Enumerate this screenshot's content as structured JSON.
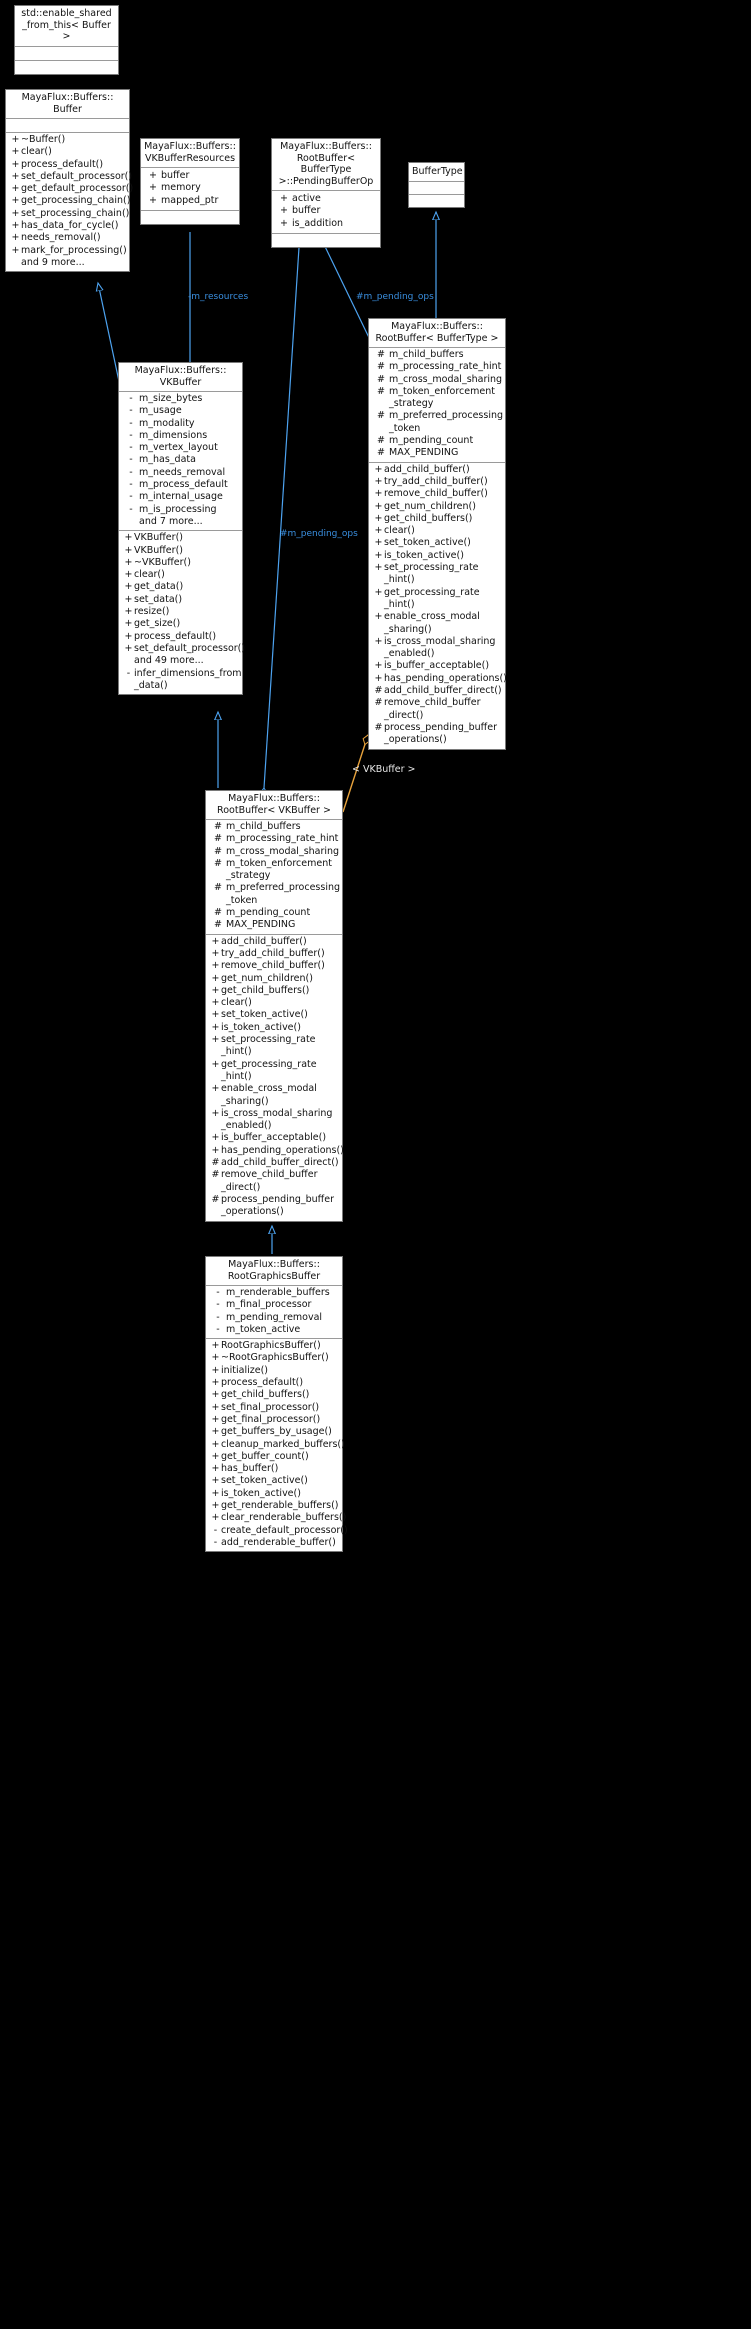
{
  "diagram": {
    "kind": "uml-class-inheritance-diagram",
    "background": "#000000",
    "edge_color": "#4da3f0",
    "node_fill": "#ffffff",
    "node_border": "#7a7a7a"
  },
  "nodes": {
    "enable_shared": {
      "title": "std::enable_shared\n_from_this< Buffer >",
      "attributes": [],
      "methods": []
    },
    "buffer": {
      "title": "MayaFlux::Buffers::\nBuffer",
      "attributes": [],
      "methods": [
        {
          "vis": "+",
          "name": "~Buffer()"
        },
        {
          "vis": "+",
          "name": "clear()"
        },
        {
          "vis": "+",
          "name": "process_default()"
        },
        {
          "vis": "+",
          "name": "set_default_processor()"
        },
        {
          "vis": "+",
          "name": "get_default_processor()"
        },
        {
          "vis": "+",
          "name": "get_processing_chain()"
        },
        {
          "vis": "+",
          "name": "set_processing_chain()"
        },
        {
          "vis": "+",
          "name": "has_data_for_cycle()"
        },
        {
          "vis": "+",
          "name": "needs_removal()"
        },
        {
          "vis": "+",
          "name": "mark_for_processing()"
        },
        {
          "vis": "",
          "name": "and 9 more..."
        }
      ]
    },
    "vkbufferresources": {
      "title": "MayaFlux::Buffers::\nVKBufferResources",
      "attributes": [
        {
          "vis": "+",
          "name": "buffer"
        },
        {
          "vis": "+",
          "name": "memory"
        },
        {
          "vis": "+",
          "name": "mapped_ptr"
        }
      ],
      "methods": []
    },
    "pendingbufferop": {
      "title": "MayaFlux::Buffers::\nRootBuffer< BufferType\n>::PendingBufferOp",
      "attributes": [
        {
          "vis": "+",
          "name": "active"
        },
        {
          "vis": "+",
          "name": "buffer"
        },
        {
          "vis": "+",
          "name": "is_addition"
        }
      ],
      "methods": []
    },
    "buffertype": {
      "title": "BufferType",
      "attributes": [],
      "methods": []
    },
    "vkbuffer": {
      "title": "MayaFlux::Buffers::\nVKBuffer",
      "attributes": [
        {
          "vis": "-",
          "name": "m_size_bytes"
        },
        {
          "vis": "-",
          "name": "m_usage"
        },
        {
          "vis": "-",
          "name": "m_modality"
        },
        {
          "vis": "-",
          "name": "m_dimensions"
        },
        {
          "vis": "-",
          "name": "m_vertex_layout"
        },
        {
          "vis": "-",
          "name": "m_has_data"
        },
        {
          "vis": "-",
          "name": "m_needs_removal"
        },
        {
          "vis": "-",
          "name": "m_process_default"
        },
        {
          "vis": "-",
          "name": "m_internal_usage"
        },
        {
          "vis": "-",
          "name": "m_is_processing"
        },
        {
          "vis": "",
          "name": "and 7 more..."
        }
      ],
      "methods": [
        {
          "vis": "+",
          "name": "VKBuffer()"
        },
        {
          "vis": "+",
          "name": "VKBuffer()"
        },
        {
          "vis": "+",
          "name": "~VKBuffer()"
        },
        {
          "vis": "+",
          "name": "clear()"
        },
        {
          "vis": "+",
          "name": "get_data()"
        },
        {
          "vis": "+",
          "name": "set_data()"
        },
        {
          "vis": "+",
          "name": "resize()"
        },
        {
          "vis": "+",
          "name": "get_size()"
        },
        {
          "vis": "+",
          "name": "process_default()"
        },
        {
          "vis": "+",
          "name": "set_default_processor()"
        },
        {
          "vis": "",
          "name": "and 49 more..."
        },
        {
          "vis": "-",
          "name": "infer_dimensions_from\n_data()"
        }
      ]
    },
    "rootbuffer_generic": {
      "title": "MayaFlux::Buffers::\nRootBuffer< BufferType >",
      "attributes": [
        {
          "vis": "#",
          "name": "m_child_buffers"
        },
        {
          "vis": "#",
          "name": "m_processing_rate_hint"
        },
        {
          "vis": "#",
          "name": "m_cross_modal_sharing"
        },
        {
          "vis": "#",
          "name": "m_token_enforcement\n_strategy"
        },
        {
          "vis": "#",
          "name": "m_preferred_processing\n_token"
        },
        {
          "vis": "#",
          "name": "m_pending_count"
        },
        {
          "vis": "#",
          "name": "MAX_PENDING"
        }
      ],
      "methods": [
        {
          "vis": "+",
          "name": "add_child_buffer()"
        },
        {
          "vis": "+",
          "name": "try_add_child_buffer()"
        },
        {
          "vis": "+",
          "name": "remove_child_buffer()"
        },
        {
          "vis": "+",
          "name": "get_num_children()"
        },
        {
          "vis": "+",
          "name": "get_child_buffers()"
        },
        {
          "vis": "+",
          "name": "clear()"
        },
        {
          "vis": "+",
          "name": "set_token_active()"
        },
        {
          "vis": "+",
          "name": "is_token_active()"
        },
        {
          "vis": "+",
          "name": "set_processing_rate\n_hint()"
        },
        {
          "vis": "+",
          "name": "get_processing_rate\n_hint()"
        },
        {
          "vis": "+",
          "name": "enable_cross_modal\n_sharing()"
        },
        {
          "vis": "+",
          "name": "is_cross_modal_sharing\n_enabled()"
        },
        {
          "vis": "+",
          "name": "is_buffer_acceptable()"
        },
        {
          "vis": "+",
          "name": "has_pending_operations()"
        },
        {
          "vis": "#",
          "name": "add_child_buffer_direct()"
        },
        {
          "vis": "#",
          "name": "remove_child_buffer\n_direct()"
        },
        {
          "vis": "#",
          "name": "process_pending_buffer\n_operations()"
        }
      ]
    },
    "rootbuffer_vk": {
      "title": "MayaFlux::Buffers::\nRootBuffer< VKBuffer >",
      "attributes": [
        {
          "vis": "#",
          "name": "m_child_buffers"
        },
        {
          "vis": "#",
          "name": "m_processing_rate_hint"
        },
        {
          "vis": "#",
          "name": "m_cross_modal_sharing"
        },
        {
          "vis": "#",
          "name": "m_token_enforcement\n_strategy"
        },
        {
          "vis": "#",
          "name": "m_preferred_processing\n_token"
        },
        {
          "vis": "#",
          "name": "m_pending_count"
        },
        {
          "vis": "#",
          "name": "MAX_PENDING"
        }
      ],
      "methods": [
        {
          "vis": "+",
          "name": "add_child_buffer()"
        },
        {
          "vis": "+",
          "name": "try_add_child_buffer()"
        },
        {
          "vis": "+",
          "name": "remove_child_buffer()"
        },
        {
          "vis": "+",
          "name": "get_num_children()"
        },
        {
          "vis": "+",
          "name": "get_child_buffers()"
        },
        {
          "vis": "+",
          "name": "clear()"
        },
        {
          "vis": "+",
          "name": "set_token_active()"
        },
        {
          "vis": "+",
          "name": "is_token_active()"
        },
        {
          "vis": "+",
          "name": "set_processing_rate\n_hint()"
        },
        {
          "vis": "+",
          "name": "get_processing_rate\n_hint()"
        },
        {
          "vis": "+",
          "name": "enable_cross_modal\n_sharing()"
        },
        {
          "vis": "+",
          "name": "is_cross_modal_sharing\n_enabled()"
        },
        {
          "vis": "+",
          "name": "is_buffer_acceptable()"
        },
        {
          "vis": "+",
          "name": "has_pending_operations()"
        },
        {
          "vis": "#",
          "name": "add_child_buffer_direct()"
        },
        {
          "vis": "#",
          "name": "remove_child_buffer\n_direct()"
        },
        {
          "vis": "#",
          "name": "process_pending_buffer\n_operations()"
        }
      ]
    },
    "rootgraphicsbuffer": {
      "title": "MayaFlux::Buffers::\nRootGraphicsBuffer",
      "attributes": [
        {
          "vis": "-",
          "name": "m_renderable_buffers"
        },
        {
          "vis": "-",
          "name": "m_final_processor"
        },
        {
          "vis": "-",
          "name": "m_pending_removal"
        },
        {
          "vis": "-",
          "name": "m_token_active"
        }
      ],
      "methods": [
        {
          "vis": "+",
          "name": "RootGraphicsBuffer()"
        },
        {
          "vis": "+",
          "name": "~RootGraphicsBuffer()"
        },
        {
          "vis": "+",
          "name": "initialize()"
        },
        {
          "vis": "+",
          "name": "process_default()"
        },
        {
          "vis": "+",
          "name": "get_child_buffers()"
        },
        {
          "vis": "+",
          "name": "set_final_processor()"
        },
        {
          "vis": "+",
          "name": "get_final_processor()"
        },
        {
          "vis": "+",
          "name": "get_buffers_by_usage()"
        },
        {
          "vis": "+",
          "name": "cleanup_marked_buffers()"
        },
        {
          "vis": "+",
          "name": "get_buffer_count()"
        },
        {
          "vis": "+",
          "name": "has_buffer()"
        },
        {
          "vis": "+",
          "name": "set_token_active()"
        },
        {
          "vis": "+",
          "name": "is_token_active()"
        },
        {
          "vis": "+",
          "name": "get_renderable_buffers()"
        },
        {
          "vis": "+",
          "name": "clear_renderable_buffers()"
        },
        {
          "vis": "-",
          "name": "create_default_processor()"
        },
        {
          "vis": "-",
          "name": "add_renderable_buffer()"
        }
      ]
    }
  },
  "edge_labels": {
    "m_resources": "-m_resources",
    "m_pending_ops_top": "#m_pending_ops",
    "m_pending_ops_mid": "#m_pending_ops",
    "vkbuffer_template": "< VKBuffer >"
  }
}
